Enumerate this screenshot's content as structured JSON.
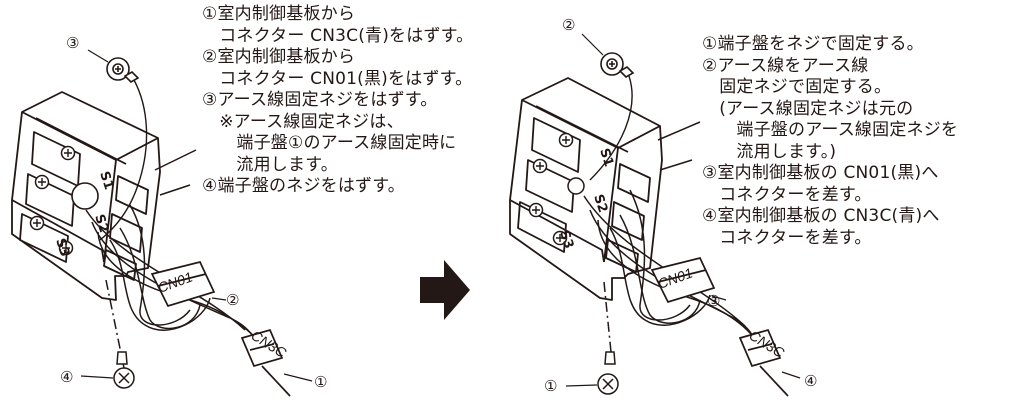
{
  "left_panel": {
    "callouts": {
      "c1": "①",
      "c2": "②",
      "c3": "③",
      "c4": "④"
    },
    "connector_labels": {
      "cn01": "CN01",
      "cn3c": "CN3C"
    },
    "terminal_labels": {
      "s1": "S1",
      "s2": "S2",
      "s3": "S3"
    },
    "steps": [
      "①室内制御基板から",
      "　コネクター CN3C(青)をはずす。",
      "②室内制御基板から",
      "　コネクター CN01(黒)をはずす。",
      "③アース線固定ネジをはずす。",
      "　※アース線固定ネジは、",
      "　　端子盤①のアース線固定時に",
      "　　流用します。",
      "④端子盤のネジをはずす。"
    ]
  },
  "right_panel": {
    "callouts": {
      "c1": "①",
      "c2": "②",
      "c3": "③",
      "c4": "④"
    },
    "connector_labels": {
      "cn01": "CN01",
      "cn3c": "CN3C"
    },
    "terminal_labels": {
      "s1": "S1",
      "s2": "S2",
      "s3": "S3"
    },
    "steps": [
      "①端子盤をネジで固定する。",
      "②アース線をアース線",
      "　固定ネジで固定する。",
      "　(アース線固定ネジは元の",
      "　　端子盤のアース線固定ネジを",
      "　　流用します。)",
      "③室内制御基板の CN01(黒)へ",
      "　コネクターを差す。",
      "④室内制御基板の CN3C(青)へ",
      "　コネクターを差す。"
    ]
  },
  "arrow": {
    "icon": "right-arrow-icon",
    "color": "#231815"
  }
}
